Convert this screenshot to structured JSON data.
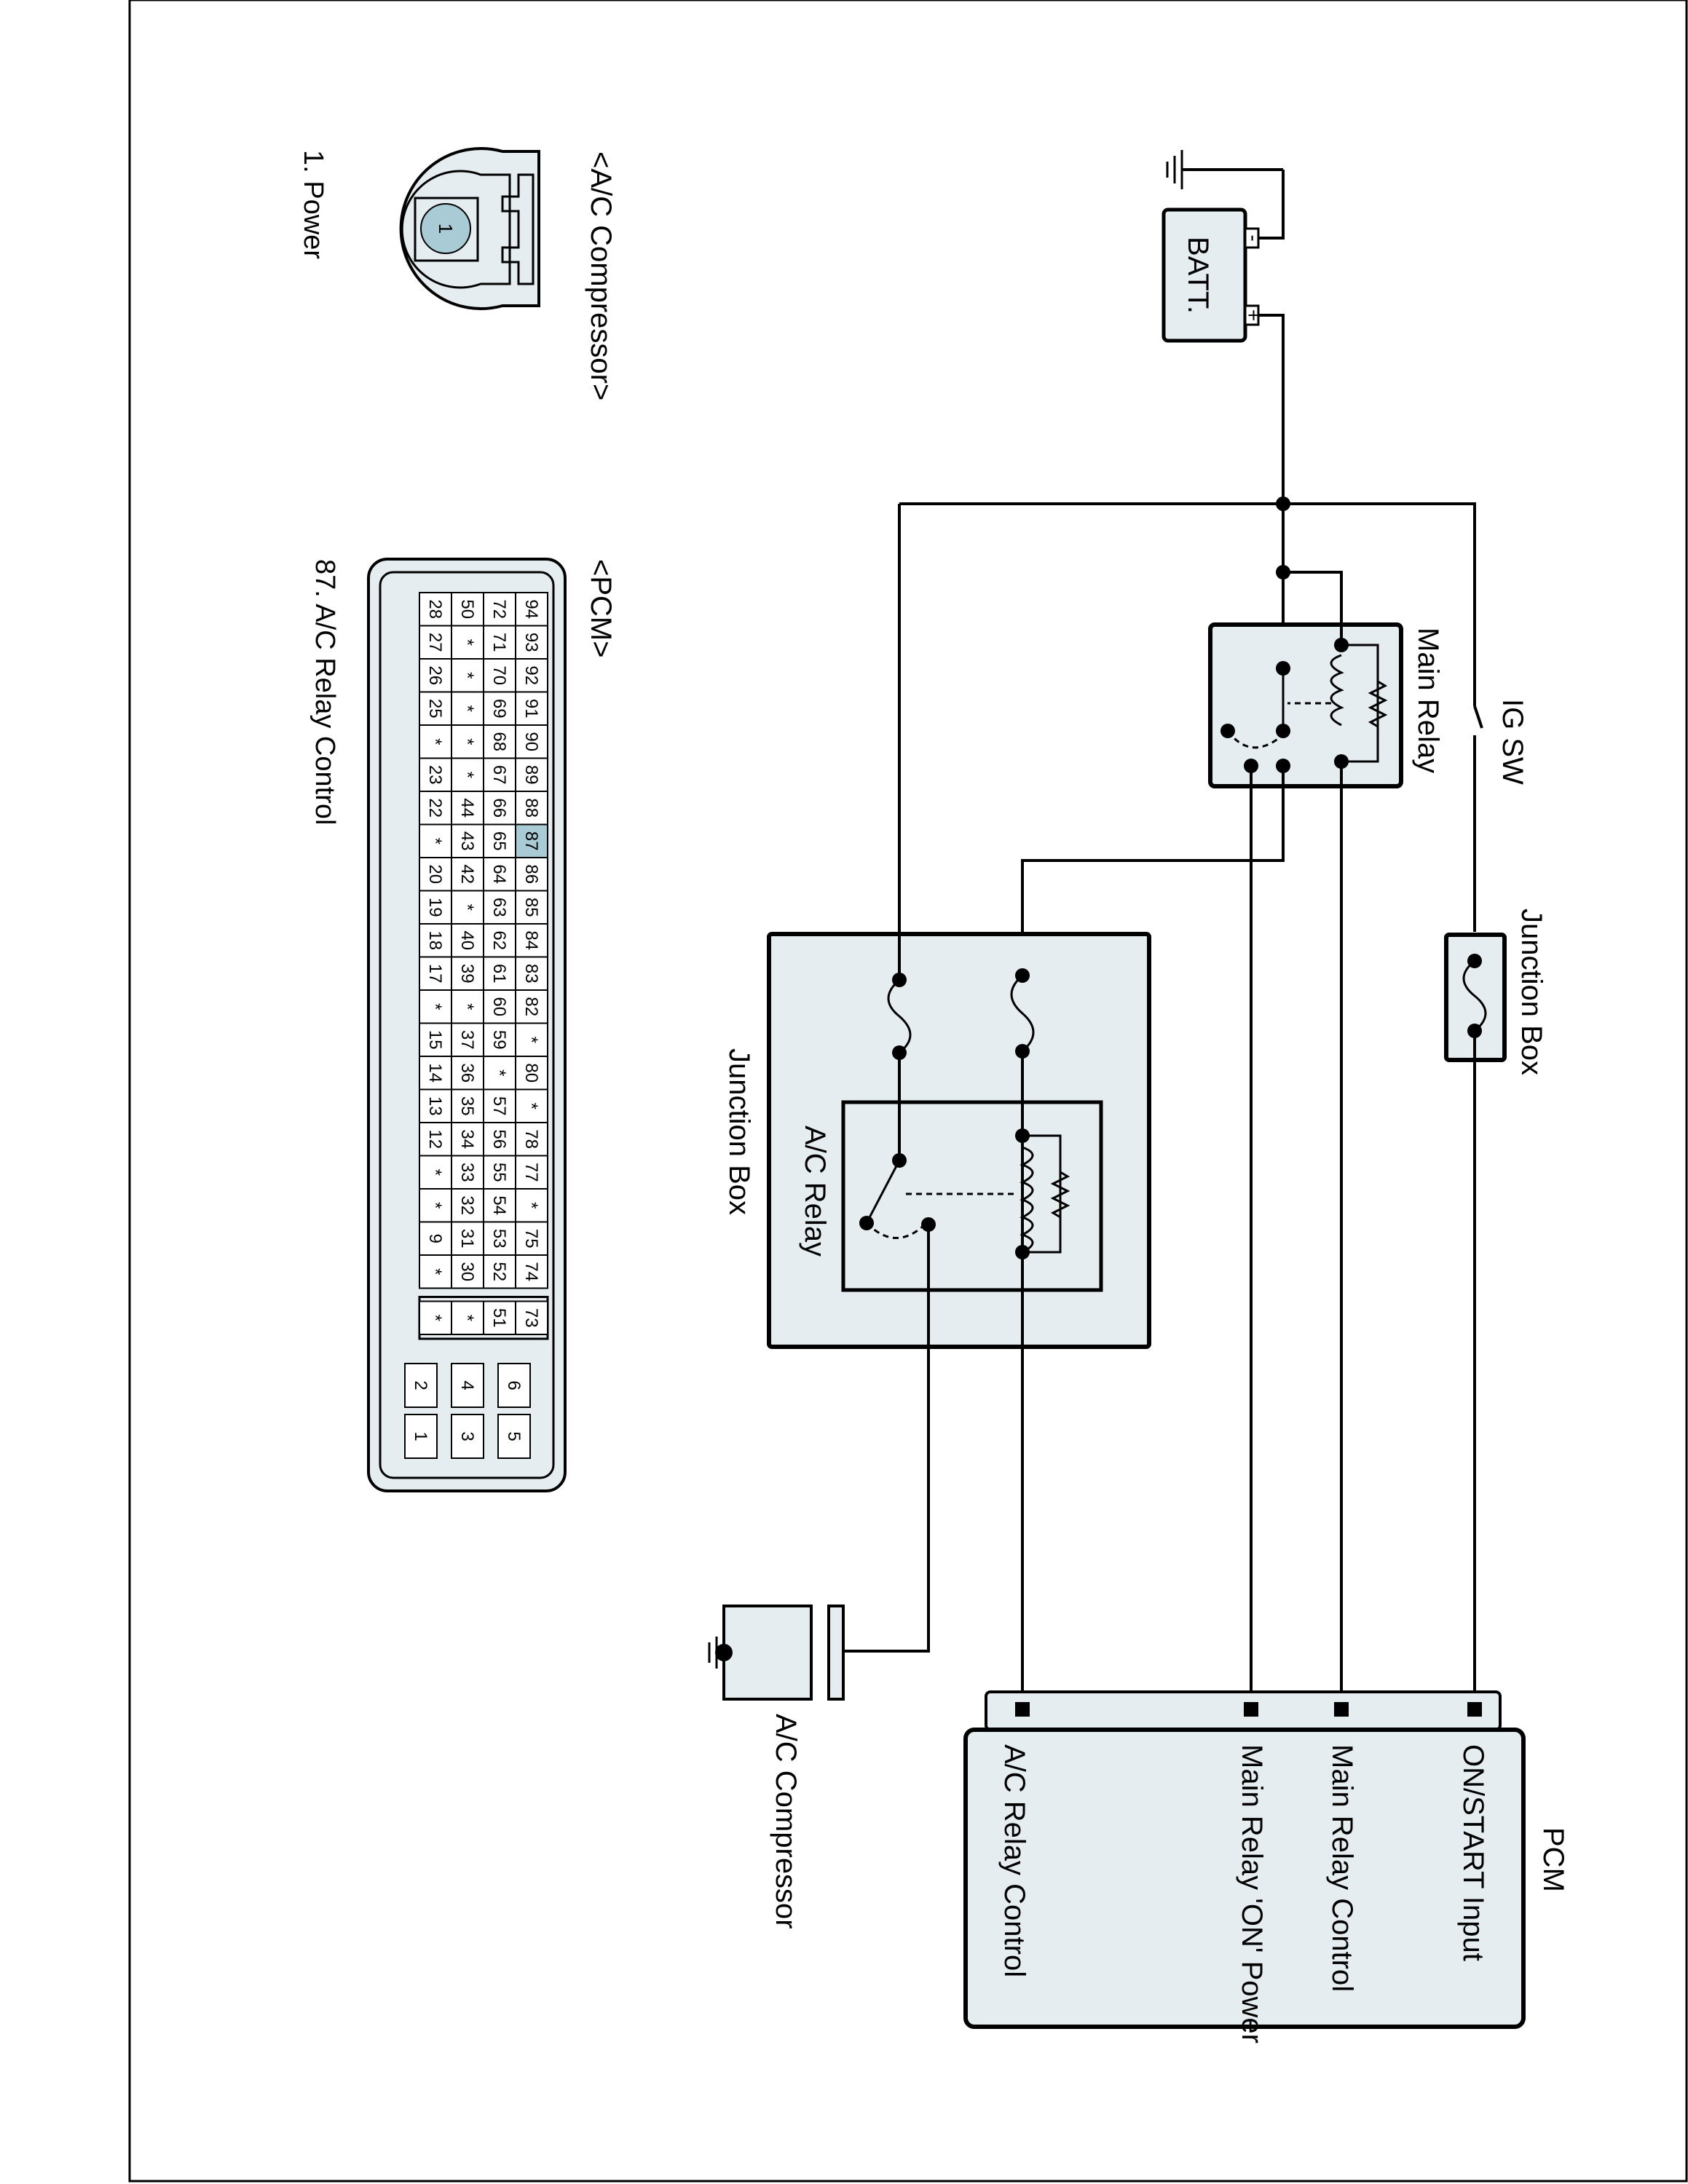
{
  "labels": {
    "batt": "BATT.",
    "ig_sw": "IG SW",
    "main_relay": "Main Relay",
    "junction_box_top": "Junction Box",
    "junction_box_main": "Junction Box",
    "ac_relay": "A/C Relay",
    "ac_compressor": "A/C Compressor",
    "pcm": "PCM",
    "batt_minus": "-",
    "batt_plus": "+"
  },
  "pcm_pins": [
    {
      "label": "ON/START Input"
    },
    {
      "label": "Main Relay Control"
    },
    {
      "label": "Main Relay 'ON' Power"
    },
    {
      "label": "A/C Relay Control"
    }
  ],
  "connectors": {
    "ac_compressor": {
      "title": "<A/C Compressor>",
      "pin_number": "1",
      "pin_desc": "1. Power"
    },
    "pcm": {
      "title": "<PCM>",
      "pin_desc": "87. A/C Relay Control",
      "highlight_pin": "87",
      "highlight_color": "#a9cbd6",
      "rows": [
        [
          "94",
          "93",
          "92",
          "91",
          "90",
          "89",
          "88",
          "87",
          "86",
          "85",
          "84",
          "83",
          "82",
          "*",
          "80",
          "*",
          "78",
          "77",
          "*",
          "75",
          "74"
        ],
        [
          "72",
          "71",
          "70",
          "69",
          "68",
          "67",
          "66",
          "65",
          "64",
          "63",
          "62",
          "61",
          "60",
          "59",
          "*",
          "57",
          "56",
          "55",
          "54",
          "53",
          "52"
        ],
        [
          "50",
          "*",
          "*",
          "*",
          "*",
          "*",
          "44",
          "43",
          "42",
          "*",
          "40",
          "39",
          "*",
          "37",
          "36",
          "35",
          "34",
          "33",
          "32",
          "31",
          "30"
        ],
        [
          "28",
          "27",
          "26",
          "25",
          "*",
          "23",
          "22",
          "*",
          "20",
          "19",
          "18",
          "17",
          "*",
          "15",
          "14",
          "13",
          "12",
          "*",
          "*",
          "9",
          "*"
        ]
      ],
      "side_block": [
        [
          "73",
          "51",
          "*",
          "*"
        ]
      ],
      "end_block": [
        [
          "6",
          "5"
        ],
        [
          "4",
          "3"
        ],
        [
          "2",
          "1"
        ]
      ]
    }
  },
  "colors": {
    "fill": "#e6edf0",
    "pin_highlight": "#a9cbd6",
    "line": "#000000"
  }
}
